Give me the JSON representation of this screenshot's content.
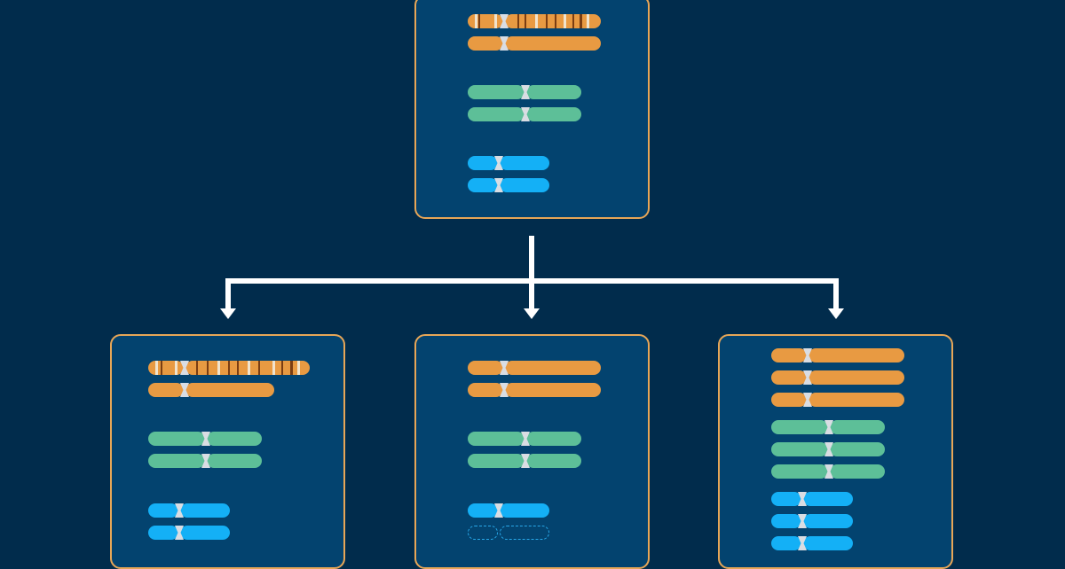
{
  "colors": {
    "background": "#012c4c",
    "cell_fill": "#03436f",
    "cell_border": "#e7a657",
    "orange": "#e89a42",
    "green": "#5dbf98",
    "blue": "#14b0f6",
    "centromere": "#d9dde3",
    "arrow": "#ffffff",
    "band_light": "#f1e3cc",
    "band_dark": "#7a3d12"
  },
  "diagram": {
    "parent_cell": {
      "chromosomes": [
        {
          "type": "orange",
          "banded": true
        },
        {
          "type": "orange"
        },
        {
          "type": "green"
        },
        {
          "type": "green"
        },
        {
          "type": "blue"
        },
        {
          "type": "blue"
        }
      ]
    },
    "daughter_cells": [
      {
        "name": "daughter-left",
        "chromosomes": [
          {
            "type": "orange",
            "banded": true,
            "note": "extended"
          },
          {
            "type": "orange",
            "note": "shortened"
          },
          {
            "type": "green"
          },
          {
            "type": "green"
          },
          {
            "type": "blue"
          },
          {
            "type": "blue"
          }
        ]
      },
      {
        "name": "daughter-middle",
        "chromosomes": [
          {
            "type": "orange"
          },
          {
            "type": "orange"
          },
          {
            "type": "green"
          },
          {
            "type": "green"
          },
          {
            "type": "blue"
          },
          {
            "type": "blue",
            "missing": true
          }
        ]
      },
      {
        "name": "daughter-right",
        "chromosomes": [
          {
            "type": "orange"
          },
          {
            "type": "orange"
          },
          {
            "type": "orange"
          },
          {
            "type": "green"
          },
          {
            "type": "green"
          },
          {
            "type": "green"
          },
          {
            "type": "blue"
          },
          {
            "type": "blue"
          },
          {
            "type": "blue"
          }
        ]
      }
    ]
  }
}
